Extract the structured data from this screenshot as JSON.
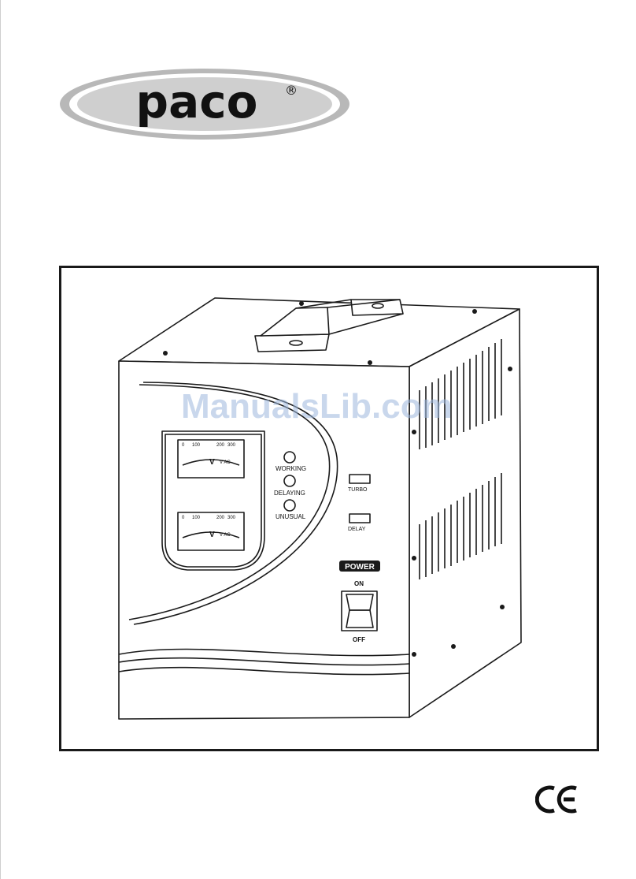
{
  "brand": {
    "logo_text": "paco",
    "registered_symbol": "®"
  },
  "watermark": "ManualsLib.com",
  "device": {
    "meters": [
      {
        "scale_labels": [
          "0",
          "100",
          "200",
          "300"
        ],
        "unit_symbol": "V",
        "unit_caption": "V AC"
      },
      {
        "scale_labels": [
          "0",
          "100",
          "200",
          "300"
        ],
        "unit_symbol": "V",
        "unit_caption": "V AC"
      }
    ],
    "indicators": {
      "working": "WORKING",
      "delaying": "DELAYING",
      "unusual": "UNUSUAL"
    },
    "buttons": {
      "turbo": "TURBO",
      "delay": "DELAY"
    },
    "power_switch": {
      "label": "POWER",
      "on": "ON",
      "off": "OFF"
    }
  },
  "certification_mark": "CE"
}
